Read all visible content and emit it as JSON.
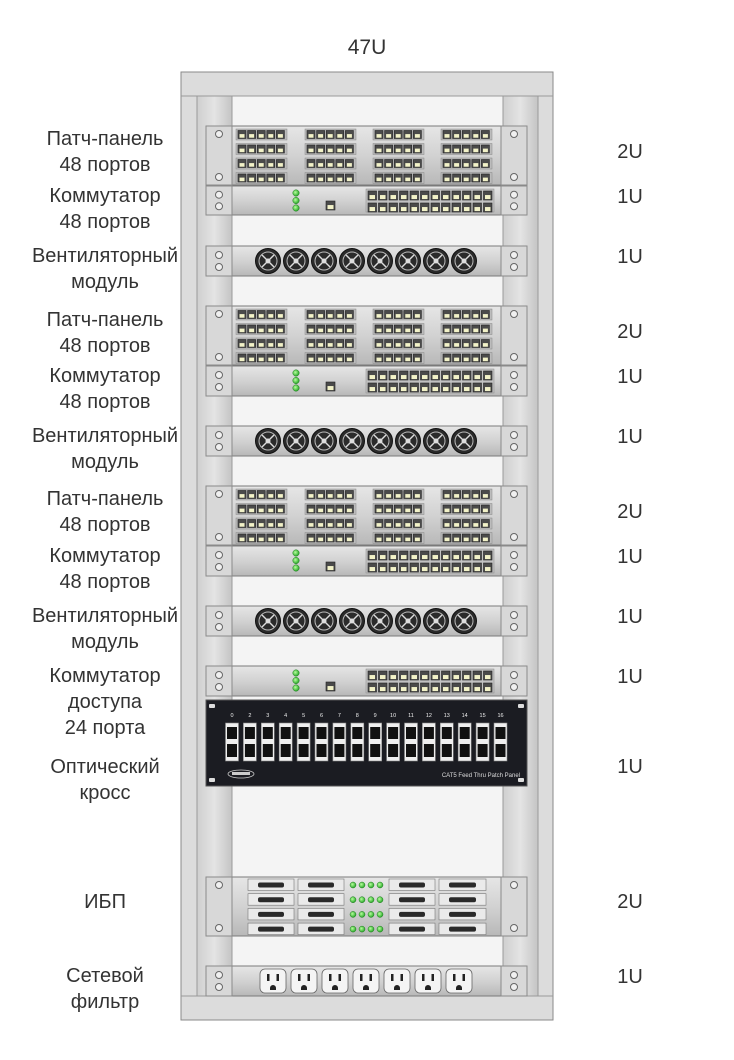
{
  "rack": {
    "title": "47U"
  },
  "devices": [
    {
      "type": "patch",
      "label": "Патч-панель\n48 портов",
      "size": "2U"
    },
    {
      "type": "switch48",
      "label": "Коммутатор\n48 портов",
      "size": "1U"
    },
    {
      "type": "fan",
      "label": "Вентиляторный\nмодуль",
      "size": "1U"
    },
    {
      "type": "patch",
      "label": "Патч-панель\n48 портов",
      "size": "2U"
    },
    {
      "type": "switch48",
      "label": "Коммутатор\n48 портов",
      "size": "1U"
    },
    {
      "type": "fan",
      "label": "Вентиляторный\nмодуль",
      "size": "1U"
    },
    {
      "type": "patch",
      "label": "Патч-панель\n48 портов",
      "size": "2U"
    },
    {
      "type": "switch48",
      "label": "Коммутатор\n48 портов",
      "size": "1U"
    },
    {
      "type": "fan",
      "label": "Вентиляторный\nмодуль",
      "size": "1U"
    },
    {
      "type": "switch24",
      "label": "Коммутатор\nдоступа\n24 порта",
      "size": "1U"
    },
    {
      "type": "optical",
      "label": "Оптический\nкросс",
      "size": "1U",
      "port_numbers": [
        "0",
        "2",
        "3",
        "4",
        "5",
        "6",
        "7",
        "8",
        "9",
        "10",
        "11",
        "12",
        "13",
        "14",
        "15",
        "16"
      ],
      "panel_text": "CAT5 Feed Thru Patch Panel"
    },
    {
      "type": "ups",
      "label": "ИБП",
      "size": "2U"
    },
    {
      "type": "pdu",
      "label": "Сетевой\nфильтр",
      "size": "1U"
    }
  ]
}
